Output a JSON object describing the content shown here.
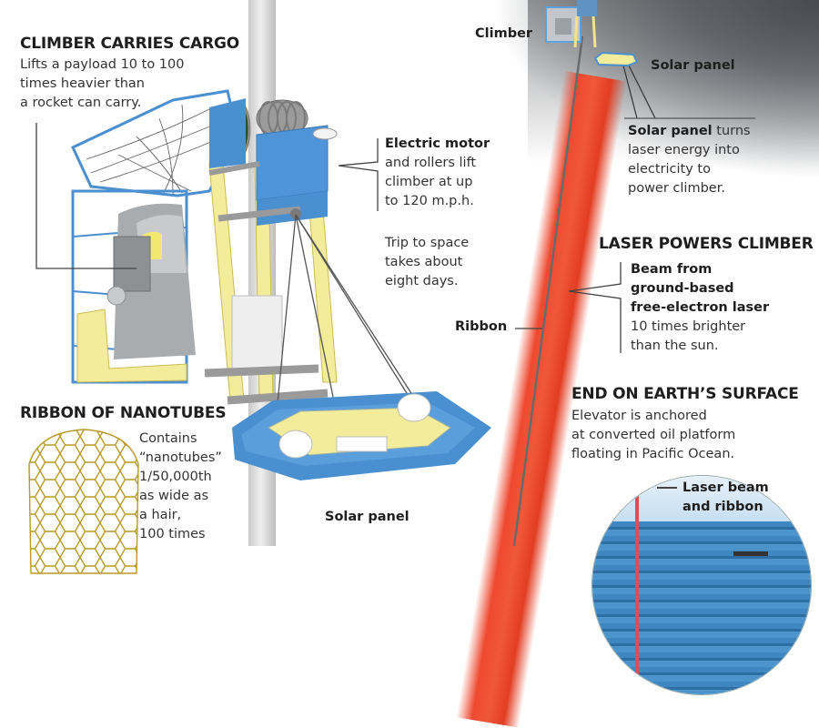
{
  "sections": {
    "climber_cargo": {
      "heading": "CLIMBER CARRIES CARGO",
      "lines": [
        "Lifts a payload 10 to 100",
        "times heavier than",
        "a rocket can carry."
      ]
    },
    "electric_motor": {
      "bold": "Electric motor",
      "lines": [
        "and rollers lift",
        "climber at up",
        "to 120 m.p.h."
      ]
    },
    "trip": {
      "lines": [
        "Trip to space",
        "takes about",
        "eight days."
      ]
    },
    "solar_panel_desc": {
      "bold": "Solar panel",
      "first_rest": " turns",
      "lines": [
        "laser energy into",
        "electricity to",
        "power climber."
      ]
    },
    "laser_powers": {
      "heading": "LASER POWERS CLIMBER",
      "bold_lines": [
        "Beam from",
        "ground-based",
        "free-electron laser"
      ],
      "lines": [
        "10 times brighter",
        "than the sun."
      ]
    },
    "earth_surface": {
      "heading": "END ON EARTH’S SURFACE",
      "lines": [
        "Elevator is anchored",
        "at converted oil platform",
        "floating in Pacific Ocean."
      ]
    },
    "nanotubes": {
      "heading": "RIBBON OF NANOTUBES",
      "lines": [
        "Contains",
        "“nanotubes”",
        "1/50,000th",
        "as wide as",
        "a hair,",
        "100 times"
      ]
    }
  },
  "labels": {
    "climber": "Climber",
    "solar_panel_top": "Solar panel",
    "ribbon": "Ribbon",
    "solar_panel_bottom": "Solar panel",
    "laser_beam_line1": "Laser beam",
    "laser_beam_line2": "and ribbon"
  },
  "colors": {
    "structure_blue": "#4a8fd0",
    "lattice_yellow": "#f3ec9a",
    "laser_red": "#ee4a30",
    "ocean_blue": "#3a7fb8",
    "sky_light": "#cfe4f4",
    "space_gray": "#4a4d52"
  }
}
